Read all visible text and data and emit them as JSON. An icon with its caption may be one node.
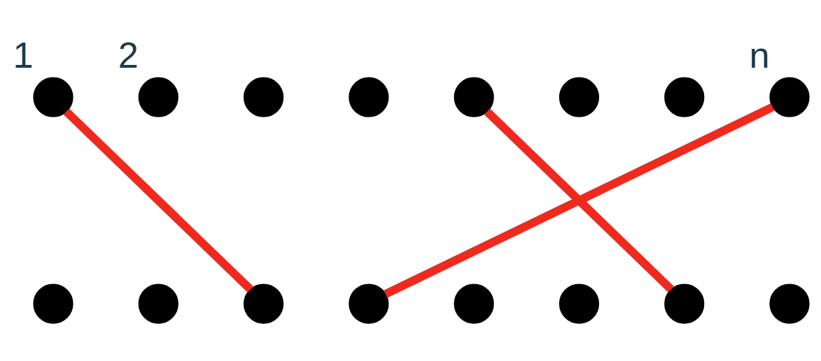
{
  "diagram": {
    "nodes": [
      {
        "text": [],
        "shape": "circle",
        "beside": [
          "1"
        ]
      },
      {
        "text": [],
        "shape": "circle",
        "beside": [
          "2"
        ]
      },
      {
        "text": [],
        "shape": "circle"
      },
      {
        "text": [],
        "shape": "circle"
      },
      {
        "text": [],
        "shape": "circle"
      },
      {
        "text": [],
        "shape": "circle"
      },
      {
        "text": [],
        "shape": "circle"
      },
      {
        "text": [],
        "shape": "circle",
        "beside": [
          "n"
        ]
      },
      {
        "text": [],
        "shape": "circle"
      },
      {
        "text": [],
        "shape": "circle"
      },
      {
        "text": [],
        "shape": "circle"
      },
      {
        "text": [],
        "shape": "circle"
      },
      {
        "text": [],
        "shape": "circle"
      },
      {
        "text": [],
        "shape": "circle"
      },
      {
        "text": [],
        "shape": "circle"
      },
      {
        "text": [],
        "shape": "circle"
      }
    ],
    "edges": [
      {
        "from": 0,
        "to": 10,
        "arrow": "none"
      },
      {
        "from": 4,
        "to": 14,
        "arrow": "none"
      },
      {
        "from": 7,
        "to": 11,
        "arrow": "none"
      }
    ]
  }
}
